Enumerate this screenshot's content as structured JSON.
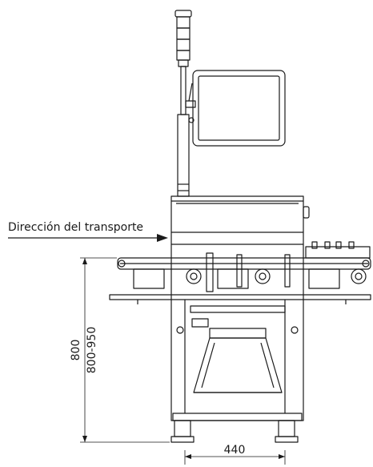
{
  "labels": {
    "direction": "Dirección del transporte",
    "height_main": "800",
    "height_range": "800-950",
    "width": "440"
  },
  "colors": {
    "line": "#1a1a1a",
    "background": "#ffffff"
  }
}
